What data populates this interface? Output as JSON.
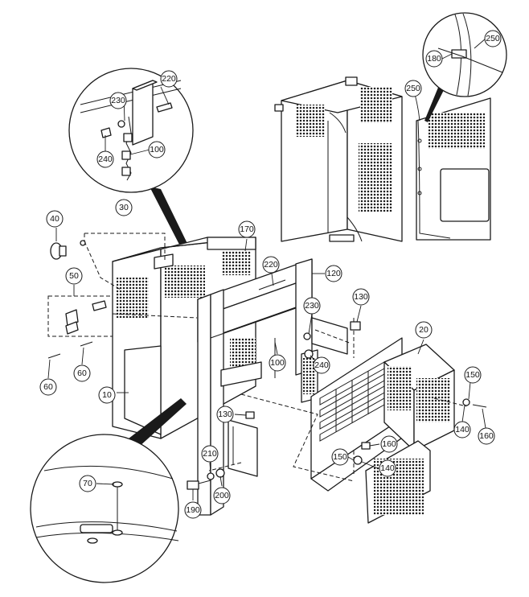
{
  "colors": {
    "line": "#1a1a1a",
    "background": "#ffffff",
    "perforation": "#1a1a1a"
  },
  "callouts": {
    "c10": "10",
    "c20": "20",
    "c30": "30",
    "c40": "40",
    "c50": "50",
    "c60a": "60",
    "c60b": "60",
    "c70": "70",
    "c100a": "100",
    "c100b": "100",
    "c120": "120",
    "c130a": "130",
    "c130b": "130",
    "c140a": "140",
    "c140b": "140",
    "c150a": "150",
    "c150b": "150",
    "c160a": "160",
    "c160b": "160",
    "c170": "170",
    "c180": "180",
    "c190": "190",
    "c200": "200",
    "c210": "210",
    "c220a": "220",
    "c220b": "220",
    "c230a": "230",
    "c230b": "230",
    "c240a": "240",
    "c240b": "240",
    "c250a": "250",
    "c250b": "250"
  }
}
